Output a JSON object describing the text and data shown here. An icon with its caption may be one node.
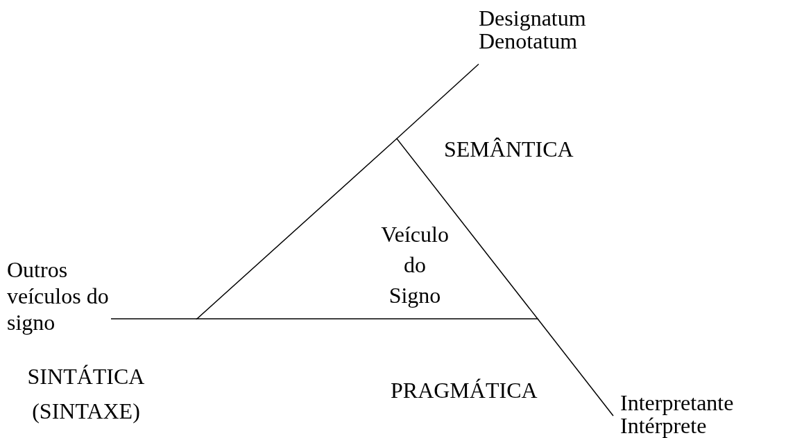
{
  "diagram": {
    "nodes": [
      {
        "text": [
          "Veículo do Signo"
        ]
      },
      {
        "text": [
          "Designatum",
          "Denotatum"
        ]
      },
      {
        "text": [
          "Outros veículos do signo"
        ]
      },
      {
        "text": [
          "Interpretante",
          "Intérprete"
        ]
      }
    ],
    "edges": [
      {
        "from": 0,
        "to": 1,
        "arrow": "none"
      },
      {
        "from": 0,
        "to": 2,
        "arrow": "none"
      },
      {
        "from": 0,
        "to": 3,
        "arrow": "none"
      }
    ],
    "labels": [
      "SEMÂNTICA",
      "SINTÁTICA (SINTAXE)",
      "PRAGMÁTICA"
    ]
  }
}
